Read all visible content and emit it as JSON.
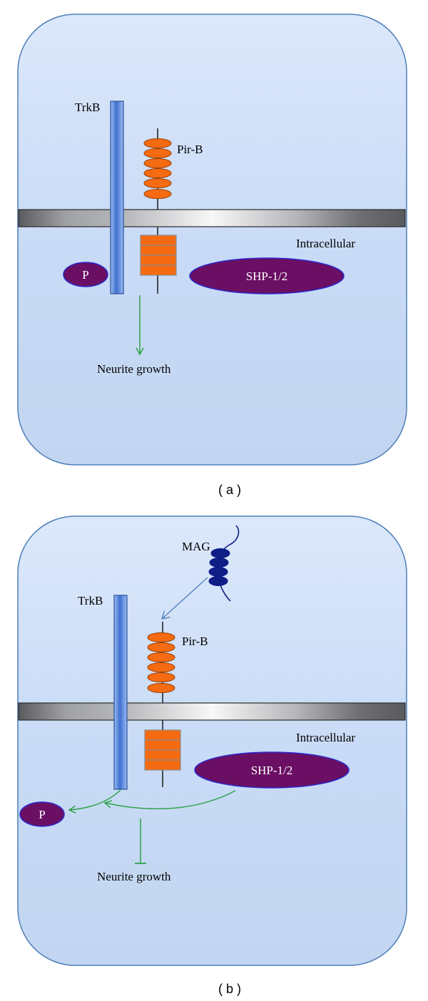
{
  "colors": {
    "cell_fill_top": "#dce8fb",
    "cell_fill_bottom": "#c2d6f4",
    "cell_stroke": "#4f7fb8",
    "membrane_dark": "#58595c",
    "membrane_light": "#f7f7f7",
    "trkb_fill": "#7aa6ea",
    "trkb_stroke": "#2b4f9a",
    "pirb_fill": "#f66b12",
    "pirb_stroke": "#9a3f05",
    "purple_fill": "#6a0f63",
    "purple_stroke": "#2a2ad0",
    "mag_fill": "#0f1e86",
    "green_arrow": "#2ea34a",
    "blue_arrow": "#5a86c0"
  },
  "panel_a": {
    "caption": "( a )",
    "trkb_label": "TrkB",
    "pirb_label": "Pir-B",
    "intracellular_label": "Intracellular",
    "shp_label": "SHP-1/2",
    "p_label": "P",
    "neurite_label": "Neurite growth"
  },
  "panel_b": {
    "caption": "( b )",
    "mag_label": "MAG",
    "trkb_label": "TrkB",
    "pirb_label": "Pir-B",
    "intracellular_label": "Intracellular",
    "shp_label": "SHP-1/2",
    "p_label": "P",
    "neurite_label": "Neurite growth"
  }
}
